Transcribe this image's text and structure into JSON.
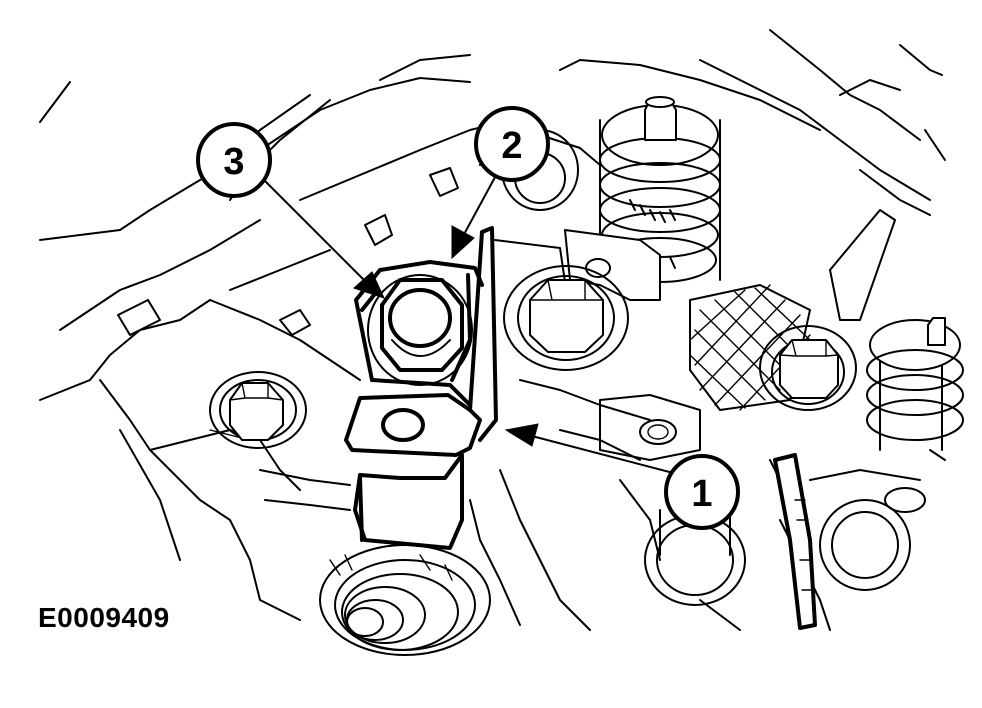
{
  "figure_id": "E0009409",
  "callouts": [
    {
      "label": "1",
      "target": "bracket"
    },
    {
      "label": "2",
      "target": "clip"
    },
    {
      "label": "3",
      "target": "nut"
    }
  ],
  "colors": {
    "line": "#000000",
    "background": "#ffffff"
  }
}
